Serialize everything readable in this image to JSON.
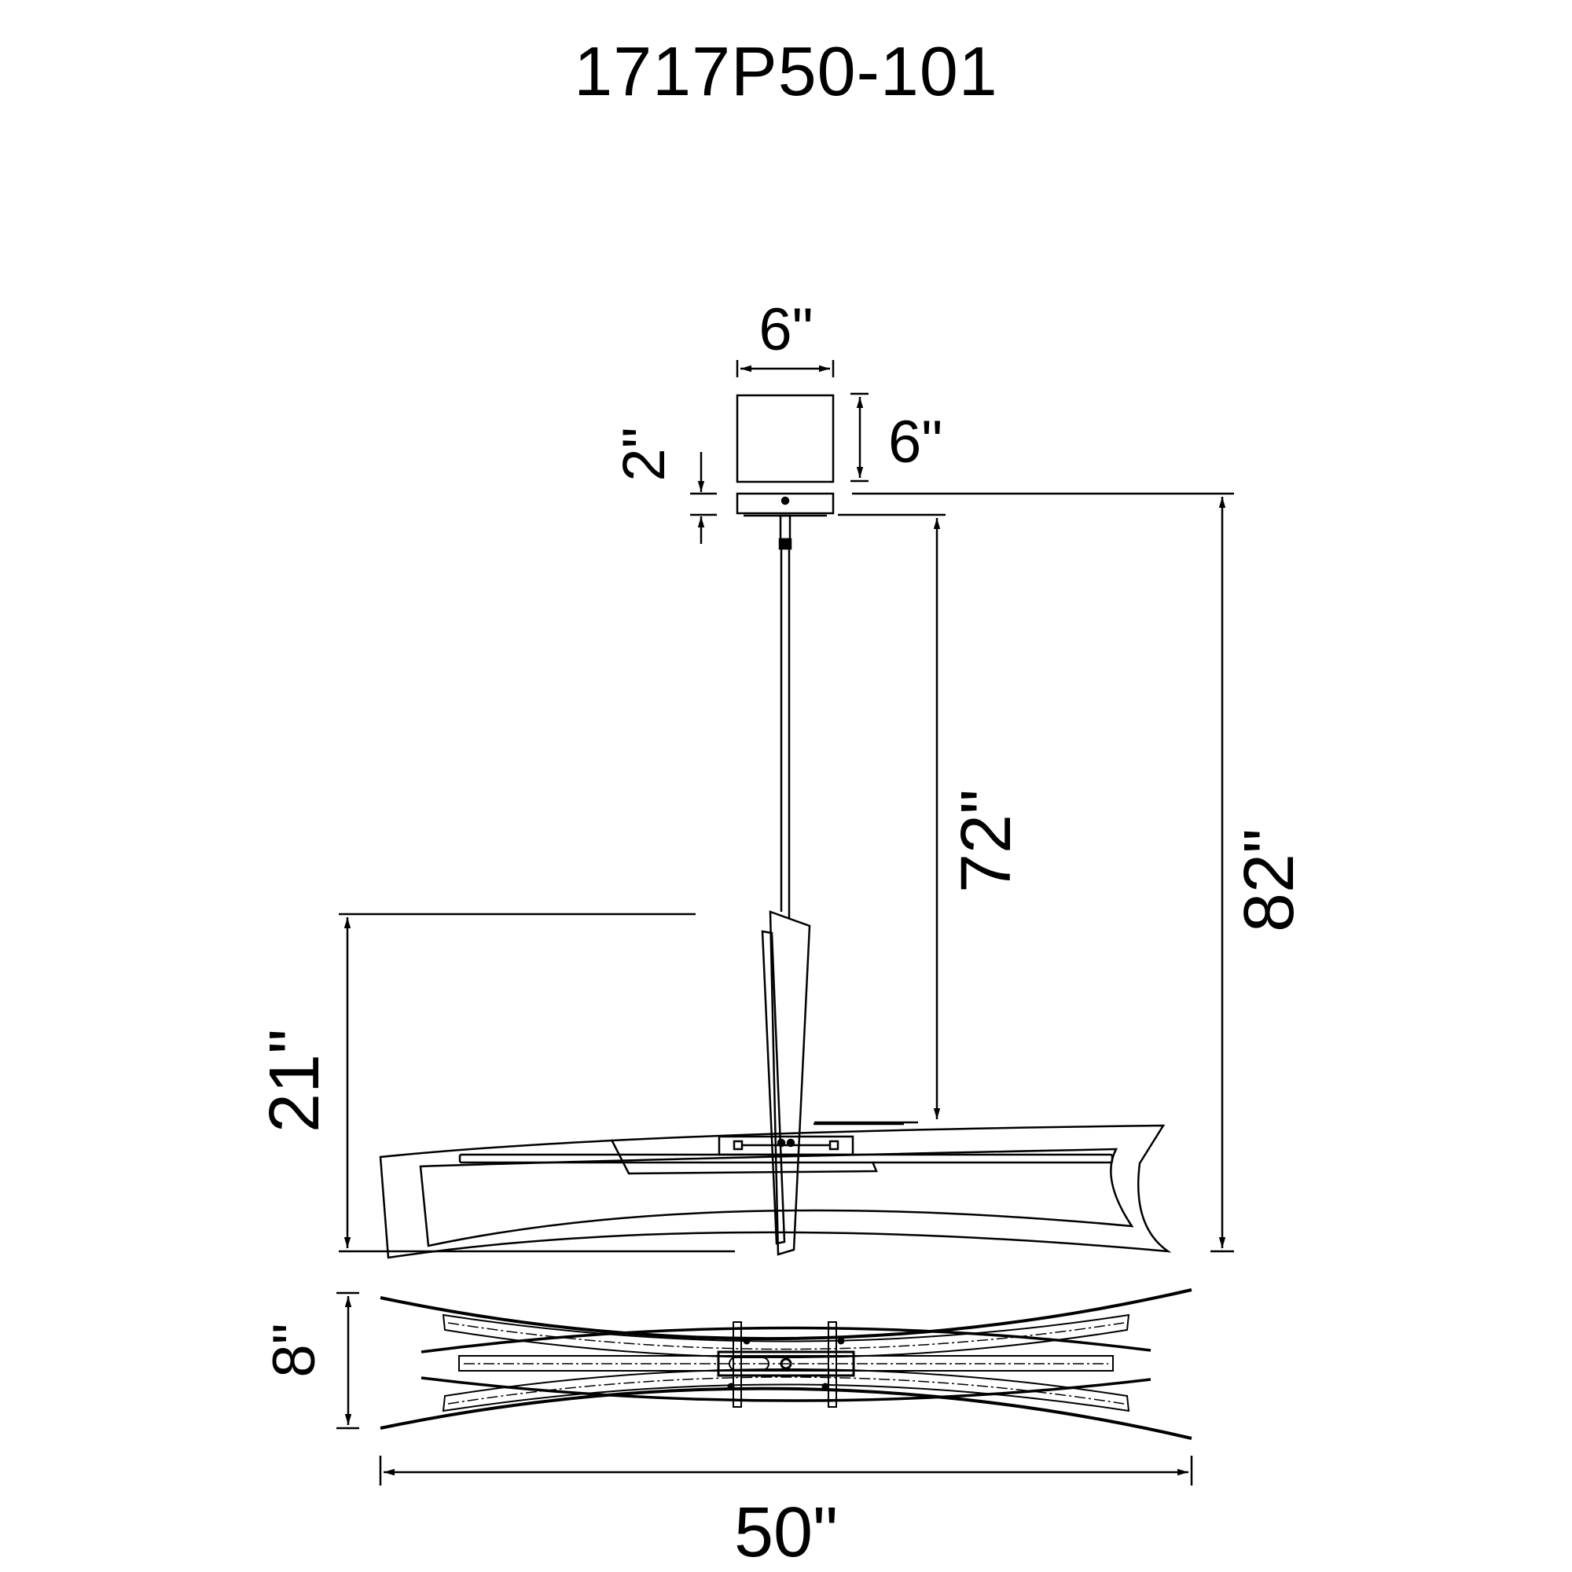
{
  "title": "1717P50-101",
  "dimensions": {
    "canopy_width": "6\"",
    "canopy_height": "6\"",
    "base_plate_height": "2\"",
    "rod_length": "72\"",
    "overall_height": "82\"",
    "fixture_height": "21\"",
    "fixture_depth": "8\"",
    "fixture_width": "50\""
  },
  "colors": {
    "line": "#000000",
    "background": "#ffffff"
  }
}
